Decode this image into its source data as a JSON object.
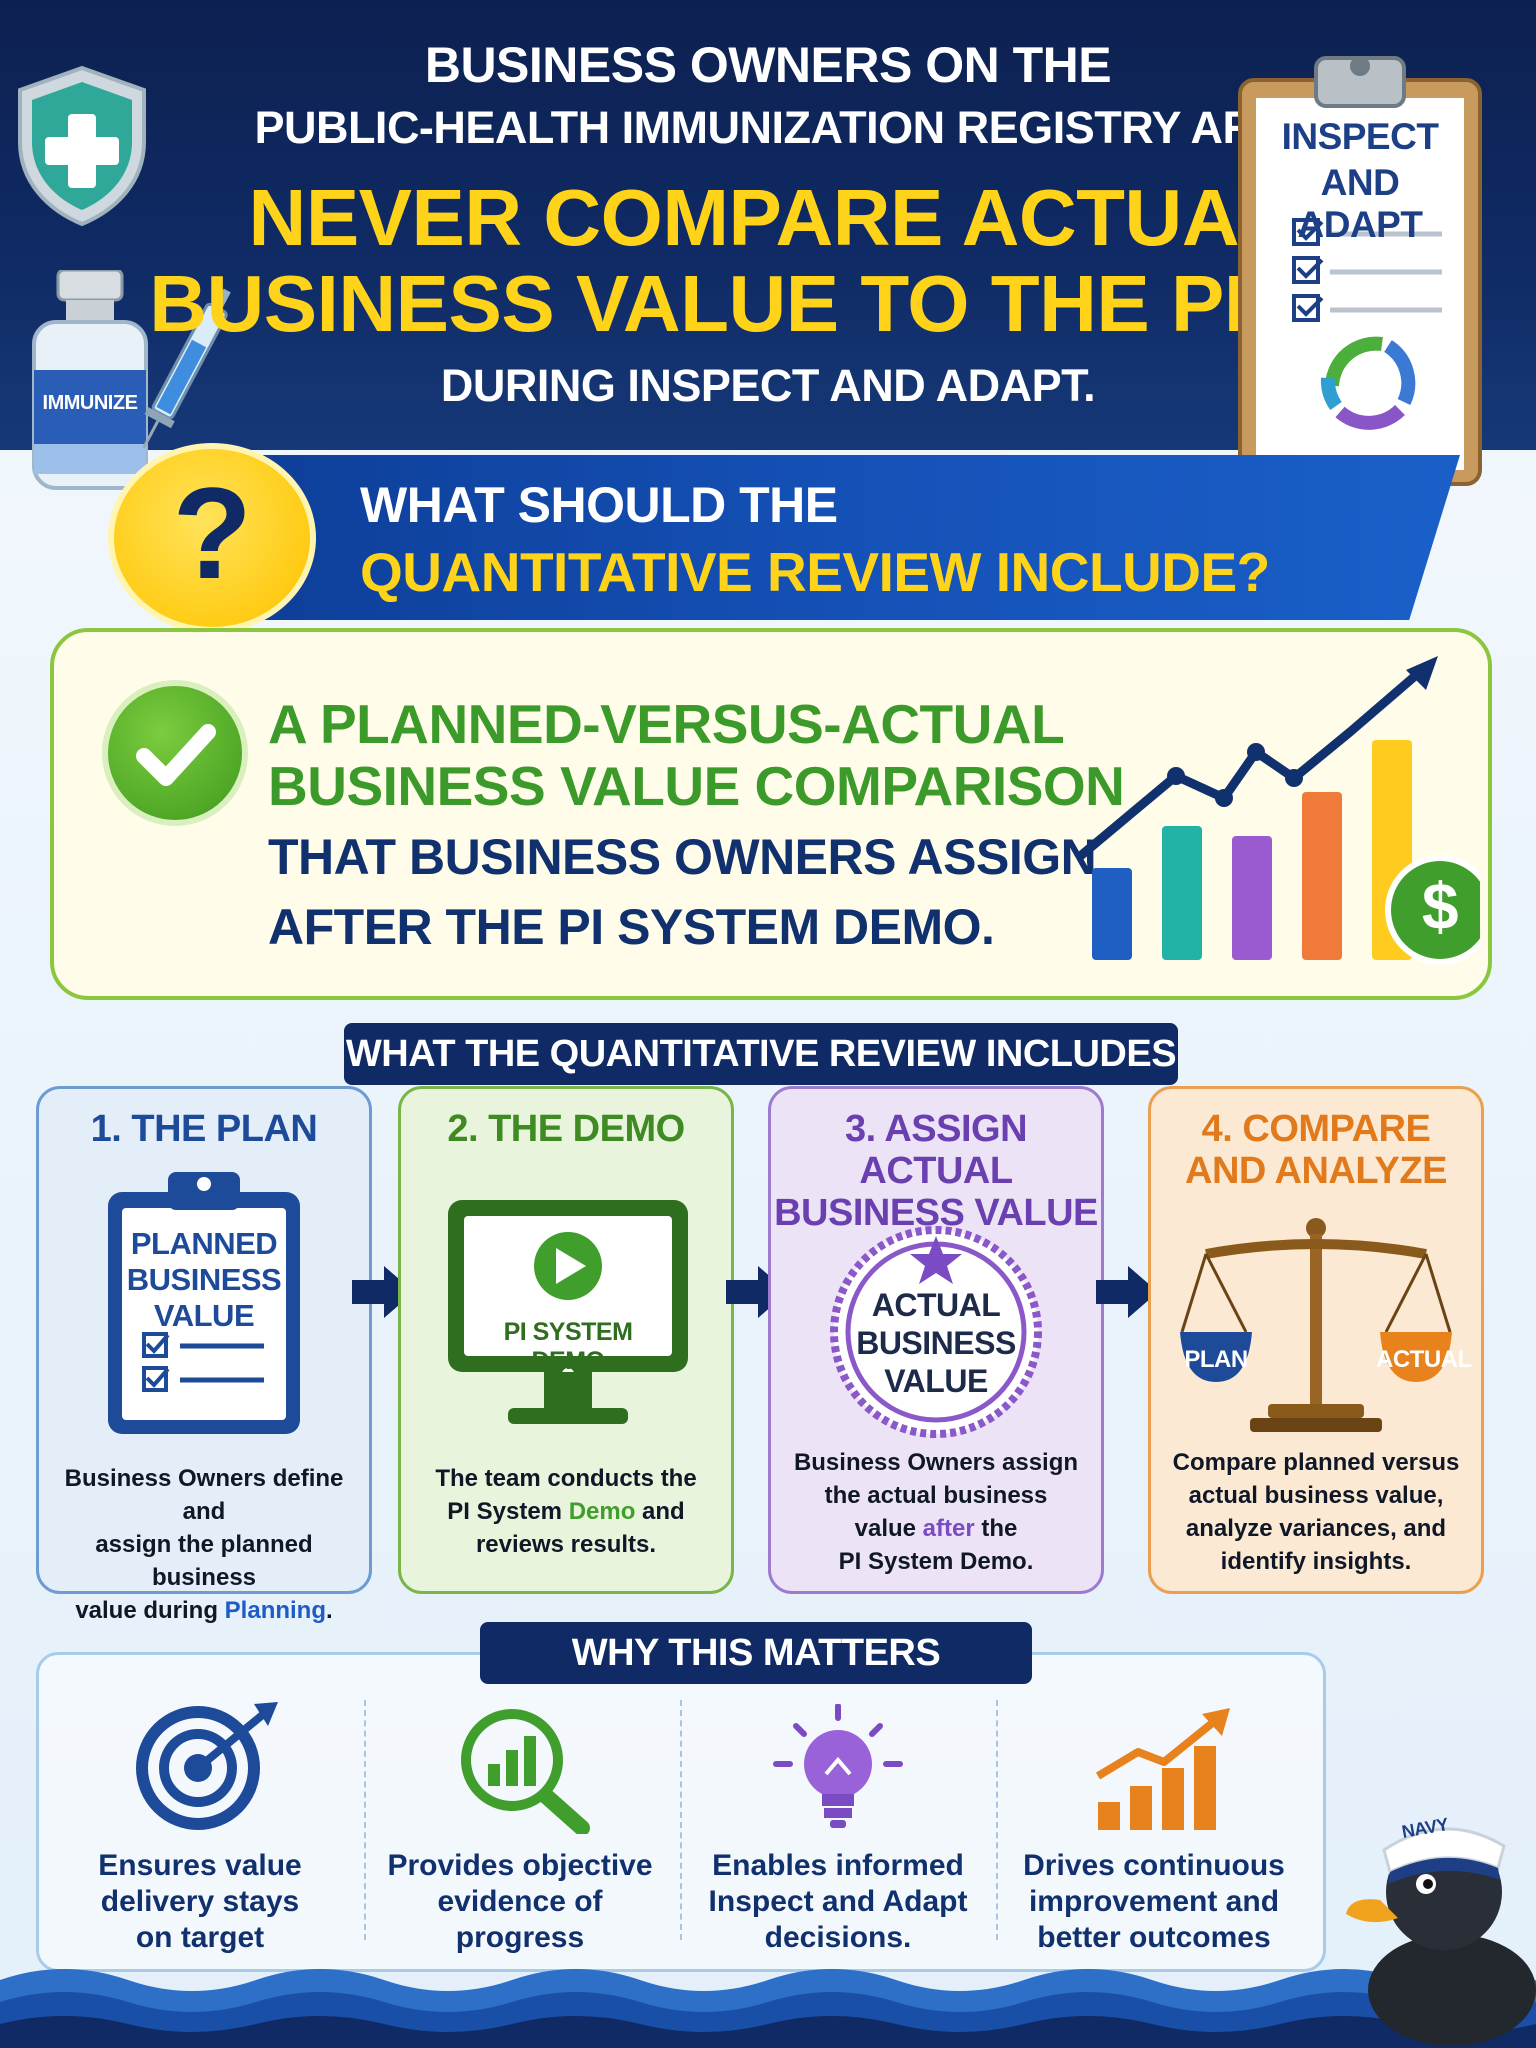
{
  "header": {
    "line1": "BUSINESS OWNERS ON THE",
    "line2": "PUBLIC-HEALTH IMMUNIZATION REGISTRY ART",
    "line3": "NEVER COMPARE ACTUAL",
    "line4": "BUSINESS VALUE TO THE PLAN",
    "line5": "DURING INSPECT AND ADAPT.",
    "vial_label": "IMMUNIZE",
    "clipboard_line1": "INSPECT",
    "clipboard_line2": "AND ADAPT"
  },
  "question": {
    "mark": "?",
    "line1": "WHAT SHOULD THE",
    "line2": "QUANTITATIVE REVIEW INCLUDE?"
  },
  "answer": {
    "line1": "A PLANNED-VERSUS-ACTUAL",
    "line2": "BUSINESS VALUE COMPARISON",
    "line3": "THAT BUSINESS OWNERS ASSIGN",
    "line4": "AFTER THE PI SYSTEM DEMO.",
    "dollar": "$"
  },
  "steps_section": {
    "label": "WHAT THE QUANTITATIVE REVIEW INCLUDES",
    "steps": [
      {
        "title_line1": "1. THE PLAN",
        "title_line2": "",
        "icon_text1": "PLANNED",
        "icon_text2": "BUSINESS",
        "icon_text3": "VALUE",
        "desc_line1": "Business Owners define and",
        "desc_line2": "assign the planned business",
        "desc_line3a": "value during ",
        "desc_line3b": "Planning",
        "desc_line3c": "."
      },
      {
        "title_line1": "2. THE DEMO",
        "title_line2": "",
        "icon_text1": "PI SYSTEM DEMO",
        "desc_line1": "The team conducts the",
        "desc_line2a": "PI System ",
        "desc_line2b": "Demo",
        "desc_line2c": " and",
        "desc_line3": "reviews results."
      },
      {
        "title_line1": "3. ASSIGN ACTUAL",
        "title_line2": "BUSINESS VALUE",
        "icon_text1": "ACTUAL",
        "icon_text2": "BUSINESS",
        "icon_text3": "VALUE",
        "desc_line1": "Business Owners assign",
        "desc_line2": "the actual business",
        "desc_line3a": "value ",
        "desc_line3b": "after",
        "desc_line3c": " the",
        "desc_line4": "PI System Demo."
      },
      {
        "title_line1": "4. COMPARE",
        "title_line2": "AND ANALYZE",
        "icon_text1": "PLAN",
        "icon_text2": "ACTUAL",
        "desc_line1": "Compare planned versus",
        "desc_line2": "actual business value,",
        "desc_line3": "analyze variances, and",
        "desc_line4": "identify insights."
      }
    ]
  },
  "why_section": {
    "label": "WHY THIS MATTERS",
    "items": [
      {
        "line1": "Ensures value",
        "line2": "delivery stays",
        "line3": "on target"
      },
      {
        "line1": "Provides objective",
        "line2": "evidence of",
        "line3": "progress"
      },
      {
        "line1": "Enables informed",
        "line2": "Inspect and Adapt",
        "line3": "decisions."
      },
      {
        "line1": "Drives continuous",
        "line2": "improvement and",
        "line3": "better outcomes"
      }
    ],
    "mascot_hat": "NAVY"
  },
  "colors": {
    "navy": "#0f2a64",
    "yellow": "#ffd31a",
    "green": "#3c9a2a",
    "blue_step": "#1e4a9a",
    "green_step": "#3f8a22",
    "purple_step": "#6a3fb0",
    "orange_step": "#e07a1c"
  }
}
